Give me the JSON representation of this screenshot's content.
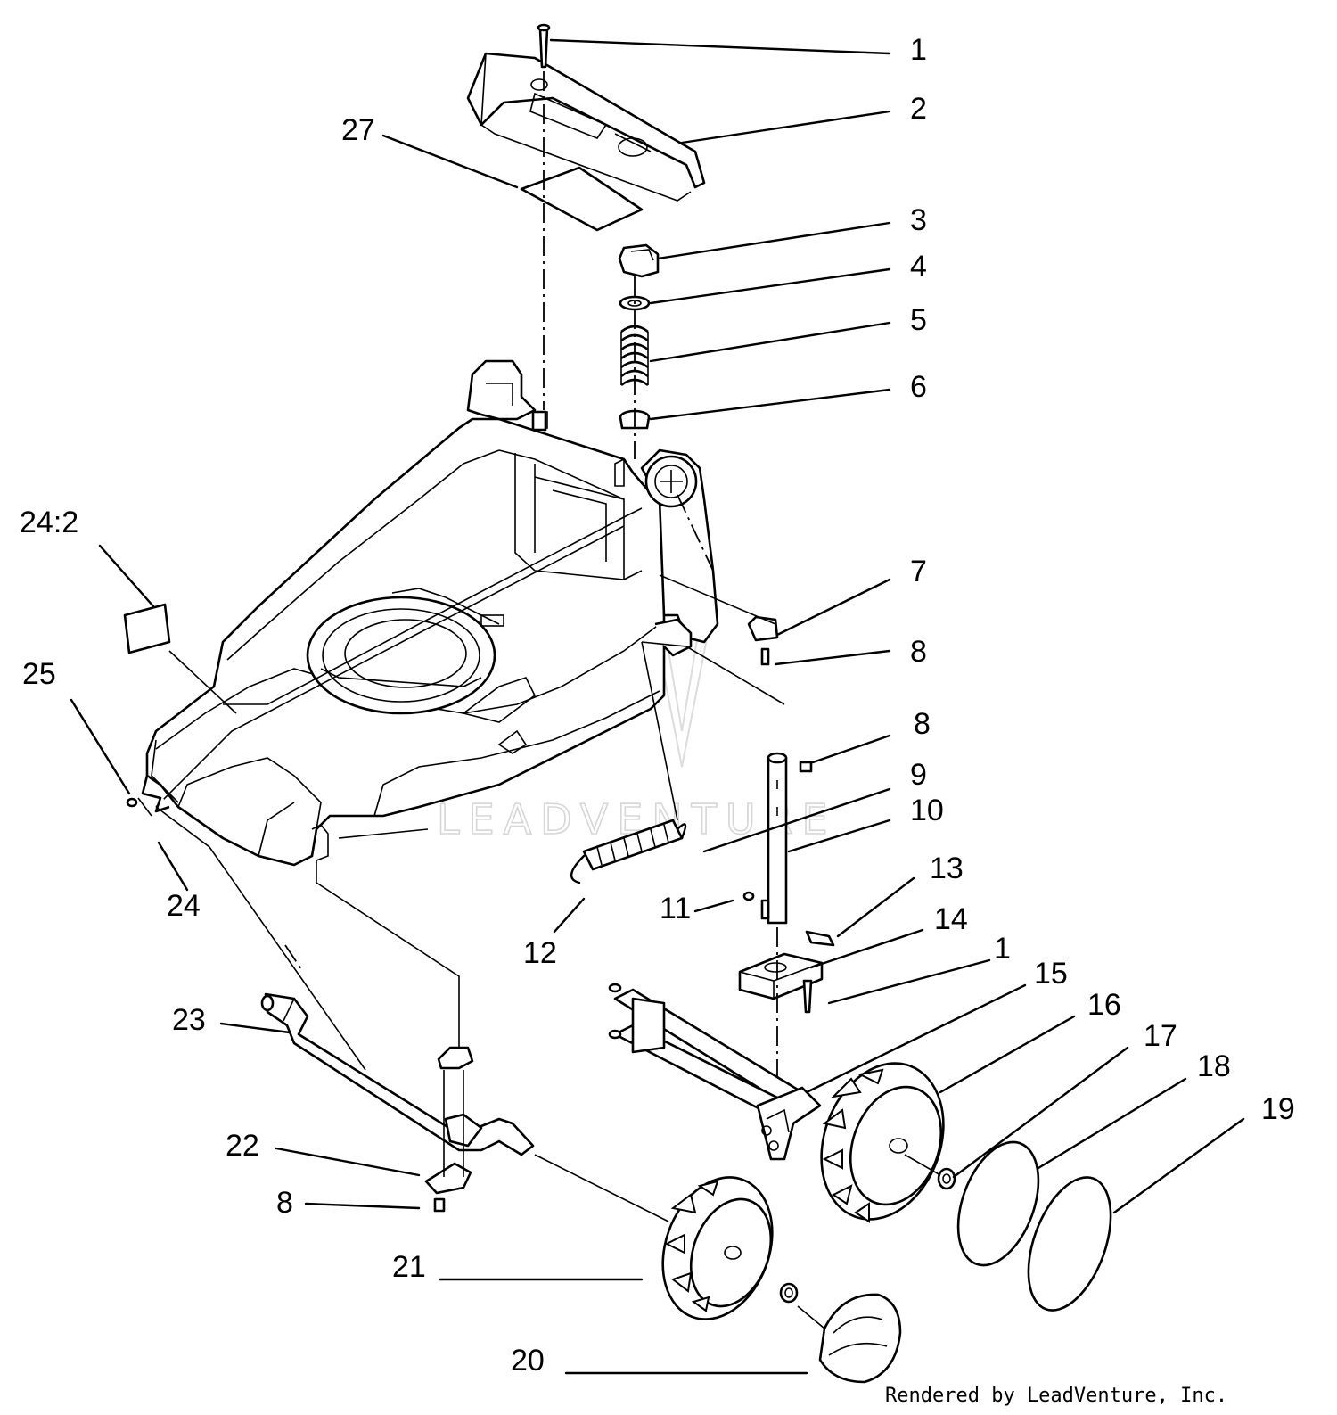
{
  "labels": {
    "p1": "1",
    "p2": "2",
    "p3": "3",
    "p4": "4",
    "p5": "5",
    "p6": "6",
    "p7": "7",
    "p8a": "8",
    "p8b": "8",
    "p8c": "8",
    "p9": "9",
    "p10": "10",
    "p11": "11",
    "p12": "12",
    "p13": "13",
    "p14": "14",
    "p1b": "1",
    "p15": "15",
    "p16": "16",
    "p17": "17",
    "p18": "18",
    "p19": "19",
    "p20": "20",
    "p21": "21",
    "p22": "22",
    "p23": "23",
    "p24": "24",
    "p24_2": "24:2",
    "p25": "25",
    "p27": "27"
  },
  "watermark": "LEADVENTURE",
  "credit": "Rendered by LeadVenture, Inc."
}
